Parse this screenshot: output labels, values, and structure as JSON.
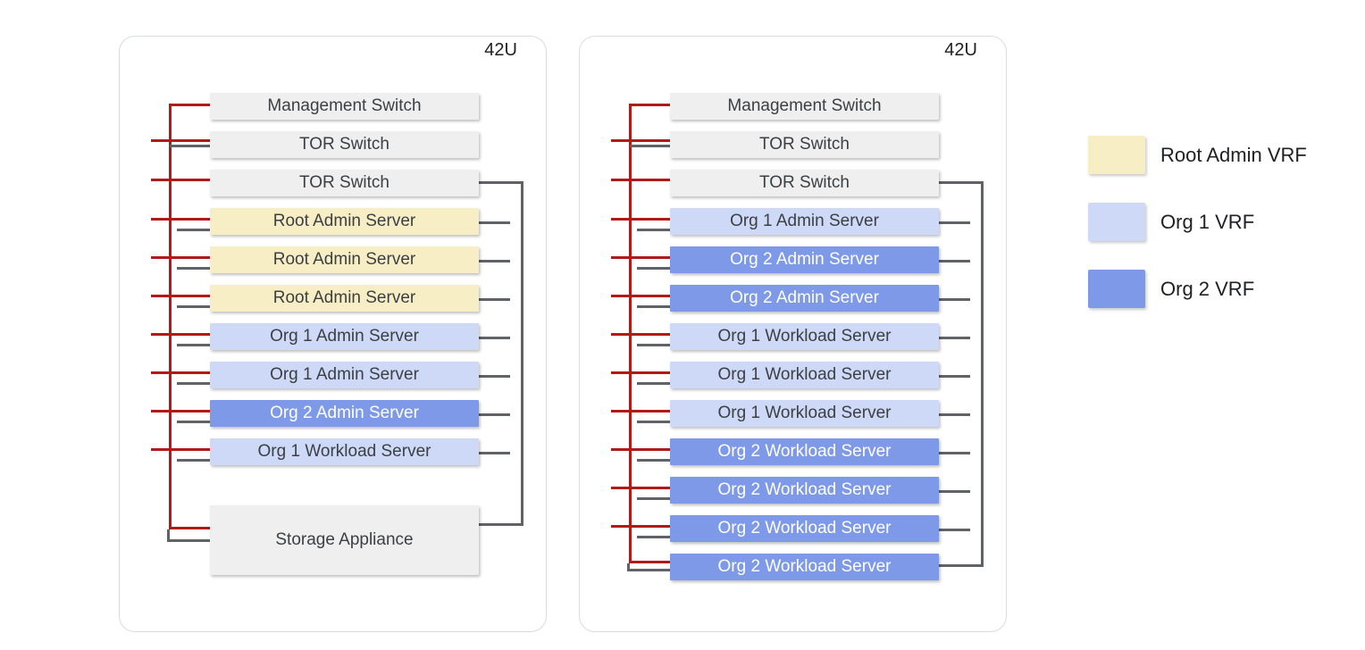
{
  "colors": {
    "root_admin": "#F8EEC6",
    "org1": "#CDD9F7",
    "org2": "#7D99E8",
    "neutral": "#EFEFEF",
    "mgmt_line": "#B01B17",
    "data_line": "#5F6368",
    "unit_text_dark": "#3C4043",
    "unit_text_light": "#FFFFFF"
  },
  "racks": [
    {
      "capacity_label": "42U",
      "units": [
        {
          "label": "Management Switch",
          "type": "neutral",
          "conn": "mgmt"
        },
        {
          "label": "TOR Switch",
          "type": "neutral",
          "conn": "tor1"
        },
        {
          "label": "TOR Switch",
          "type": "neutral",
          "conn": "tor2"
        },
        {
          "label": "Root Admin Server",
          "type": "root_admin",
          "conn": "server"
        },
        {
          "label": "Root Admin Server",
          "type": "root_admin",
          "conn": "server"
        },
        {
          "label": "Root Admin Server",
          "type": "root_admin",
          "conn": "server"
        },
        {
          "label": "Org 1 Admin Server",
          "type": "org1",
          "conn": "server"
        },
        {
          "label": "Org 1 Admin Server",
          "type": "org1",
          "conn": "server"
        },
        {
          "label": "Org 2 Admin Server",
          "type": "org2",
          "conn": "server"
        },
        {
          "label": "Org 1 Workload Server",
          "type": "org1",
          "conn": "server"
        },
        {
          "label": "Storage Appliance",
          "type": "neutral",
          "conn": "last",
          "tall": true
        }
      ]
    },
    {
      "capacity_label": "42U",
      "units": [
        {
          "label": "Management Switch",
          "type": "neutral",
          "conn": "mgmt"
        },
        {
          "label": "TOR Switch",
          "type": "neutral",
          "conn": "tor1"
        },
        {
          "label": "TOR Switch",
          "type": "neutral",
          "conn": "tor2"
        },
        {
          "label": "Org 1 Admin Server",
          "type": "org1",
          "conn": "server"
        },
        {
          "label": "Org 2 Admin Server",
          "type": "org2",
          "conn": "server"
        },
        {
          "label": "Org 2 Admin Server",
          "type": "org2",
          "conn": "server"
        },
        {
          "label": "Org 1 Workload Server",
          "type": "org1",
          "conn": "server"
        },
        {
          "label": "Org 1 Workload Server",
          "type": "org1",
          "conn": "server"
        },
        {
          "label": "Org 1 Workload Server",
          "type": "org1",
          "conn": "server"
        },
        {
          "label": "Org 2 Workload Server",
          "type": "org2",
          "conn": "server"
        },
        {
          "label": "Org 2 Workload Server",
          "type": "org2",
          "conn": "server"
        },
        {
          "label": "Org 2 Workload Server",
          "type": "org2",
          "conn": "server"
        },
        {
          "label": "Org 2 Workload Server",
          "type": "org2",
          "conn": "last"
        }
      ]
    }
  ],
  "legend": {
    "items": [
      {
        "label": "Root Admin VRF",
        "type": "root_admin"
      },
      {
        "label": "Org 1 VRF",
        "type": "org1"
      },
      {
        "label": "Org 2 VRF",
        "type": "org2"
      }
    ]
  }
}
